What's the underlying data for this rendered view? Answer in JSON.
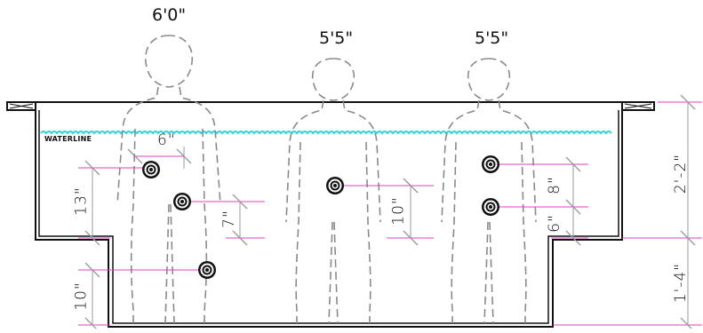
{
  "figures": {
    "heights": [
      "6'0\"",
      "5'5\"",
      "5'5\""
    ]
  },
  "labels": {
    "waterline": "WATERLINE"
  },
  "dimensions": {
    "jet_13": "13\"",
    "jet_6_top": "6\"",
    "jet_7": "7\"",
    "jet_10_center": "10\"",
    "jet_8": "8\"",
    "jet_6_right": "6\"",
    "jet_10_left": "10\"",
    "depth_upper": "2'-2\"",
    "depth_lower": "1'-4\""
  },
  "colors": {
    "outline": "#111111",
    "figure": "#8a8a8a",
    "water": "#2fd3dd",
    "dimension": "#e040c0",
    "tick": "#9a9a9a"
  }
}
